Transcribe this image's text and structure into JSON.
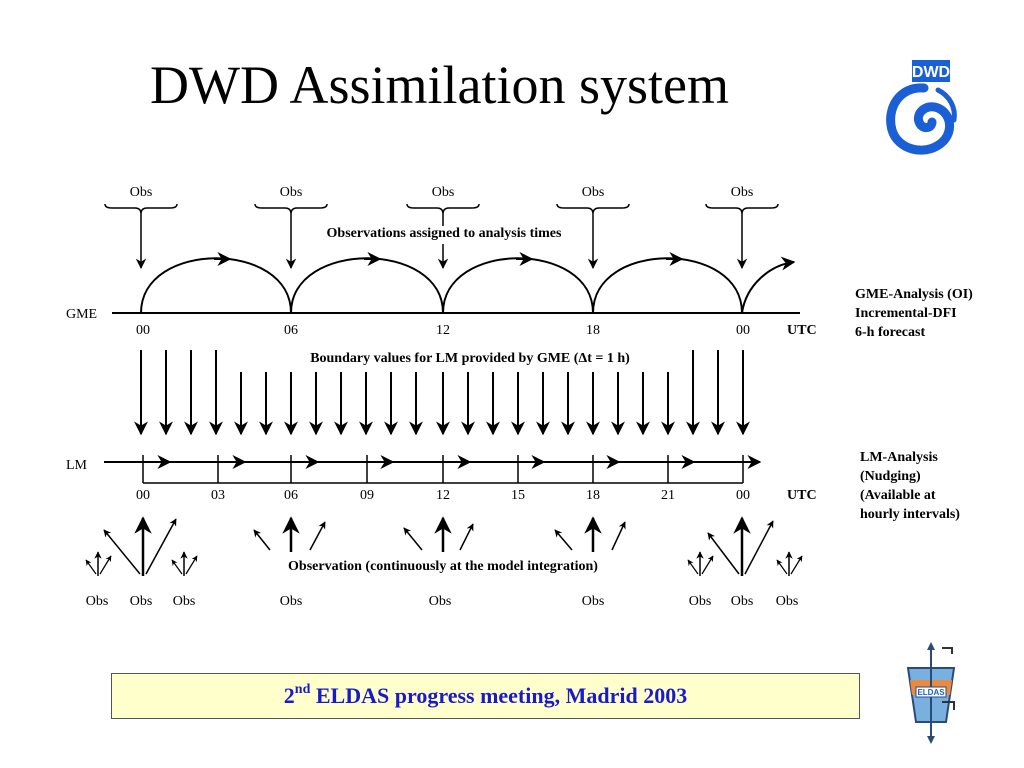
{
  "title": "DWD Assimilation system",
  "logo_text": "DWD",
  "eldas_logo_text": "ELDAS",
  "gme": {
    "label": "GME",
    "obs_label": "Obs",
    "caption": "Observations assigned to analysis times",
    "ticks": [
      "00",
      "06",
      "12",
      "18",
      "00"
    ],
    "unit": "UTC",
    "description": [
      "GME-Analysis (OI)",
      "Incremental-DFI",
      "6-h forecast"
    ]
  },
  "boundary_caption": "Boundary values for LM provided by GME (Δt = 1 h)",
  "lm": {
    "label": "LM",
    "ticks": [
      "00",
      "03",
      "06",
      "09",
      "12",
      "15",
      "18",
      "21",
      "00"
    ],
    "unit": "UTC",
    "description": [
      "LM-Analysis",
      "(Nudging)",
      "(Available at",
      "hourly intervals)"
    ],
    "obs_caption": "Observation (continuously at the model integration)",
    "obs_labels": [
      "Obs",
      "Obs",
      "Obs",
      "Obs",
      "Obs",
      "Obs",
      "Obs",
      "Obs",
      "Obs"
    ]
  },
  "banner": {
    "ordinal_num": "2",
    "ordinal_suffix": "nd",
    "text": " ELDAS progress meeting, Madrid 2003"
  },
  "colors": {
    "banner_bg": "#ffffcc",
    "banner_text": "#1a1acd",
    "logo_blue": "#1a5fd6"
  }
}
